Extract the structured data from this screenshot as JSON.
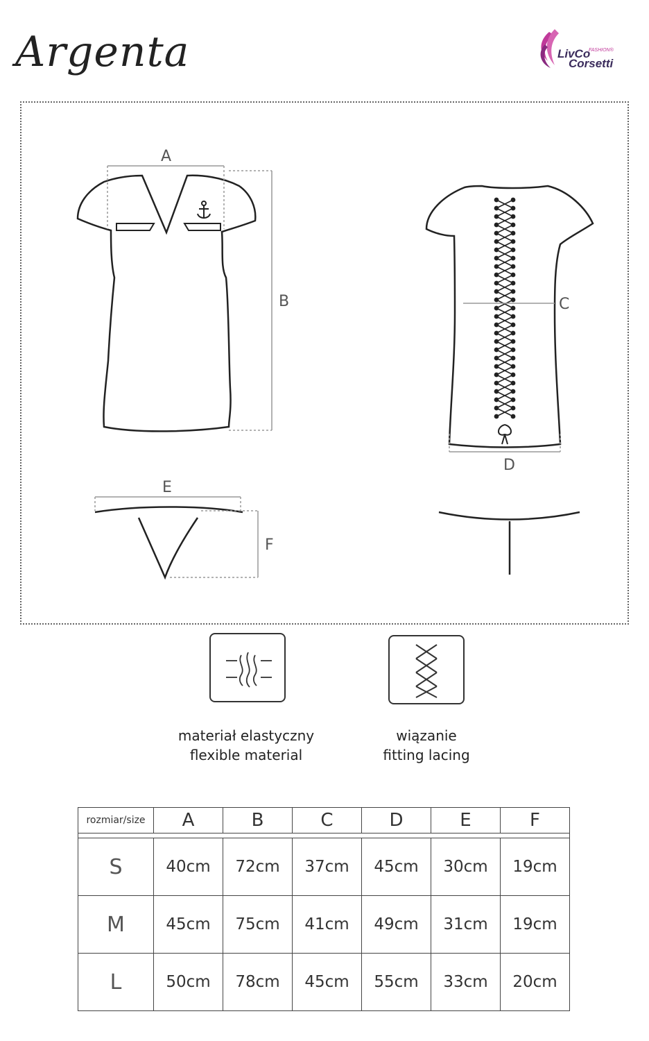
{
  "header": {
    "title": "Argenta",
    "brand_top": "LivCo",
    "brand_sup": "FASHION®",
    "brand_bottom": "Corsetti"
  },
  "diagram": {
    "labels": [
      "A",
      "B",
      "C",
      "D",
      "E",
      "F"
    ]
  },
  "features": [
    {
      "icon": "wavy-stretch-icon",
      "caption_pl": "materiał elastyczny",
      "caption_en": "flexible material"
    },
    {
      "icon": "lacing-icon",
      "caption_pl": "wiązanie",
      "caption_en": "fitting lacing"
    }
  ],
  "size_table": {
    "corner_label": "rozmiar/size",
    "columns": [
      "A",
      "B",
      "C",
      "D",
      "E",
      "F"
    ],
    "rows": [
      {
        "size": "S",
        "values": [
          "40cm",
          "72cm",
          "37cm",
          "45cm",
          "30cm",
          "19cm"
        ]
      },
      {
        "size": "M",
        "values": [
          "45cm",
          "75cm",
          "41cm",
          "49cm",
          "31cm",
          "19cm"
        ]
      },
      {
        "size": "L",
        "values": [
          "50cm",
          "78cm",
          "45cm",
          "55cm",
          "33cm",
          "20cm"
        ]
      }
    ]
  },
  "colors": {
    "brand_purple": "#3b2c5c",
    "brand_magenta": "#c0399a"
  }
}
